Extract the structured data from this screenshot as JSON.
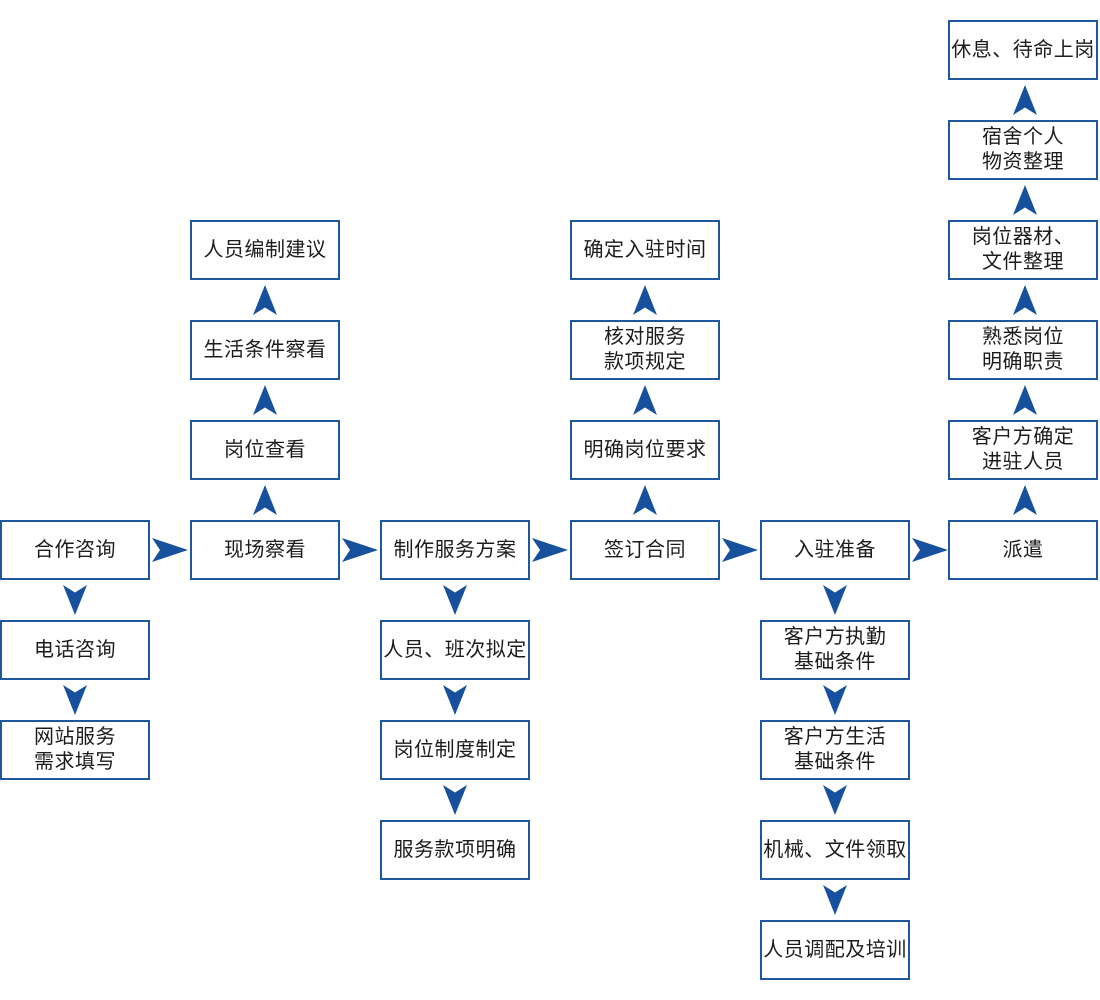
{
  "diagram": {
    "type": "flowchart",
    "colors": {
      "box_border": "#1e56a0",
      "arrow": "#17509c",
      "text": "#1c1c1c",
      "box_background": "#ffffff",
      "page_background": "#ffffff"
    },
    "boxes": {
      "consult_cooperation": "合作咨询",
      "consult_phone": "电话咨询",
      "website_requirements": "网站服务\n需求填写",
      "site_inspection": "现场察看",
      "post_check": "岗位查看",
      "living_conditions_check": "生活条件察看",
      "staffing_suggestion": "人员编制建议",
      "make_service_plan": "制作服务方案",
      "staff_shift_draft": "人员、班次拟定",
      "post_system_setting": "岗位制度制定",
      "service_terms_clear": "服务款项明确",
      "sign_contract": "签订合同",
      "clarify_post_requirements": "明确岗位要求",
      "verify_service_terms": "核对服务\n款项规定",
      "confirm_entry_time": "确定入驻时间",
      "entry_preparation": "入驻准备",
      "client_duty_conditions": "客户方执勤\n基础条件",
      "client_living_conditions": "客户方生活\n基础条件",
      "equipment_documents_collect": "机械、文件领取",
      "staff_allocation_training": "人员调配及培训",
      "dispatch": "派遣",
      "client_confirm_staff": "客户方确定\n进驻人员",
      "familiarize_post": "熟悉岗位\n明确职责",
      "post_equipment_docs": "岗位器材、\n文件整理",
      "dorm_personal_items": "宿舍个人\n物资整理",
      "rest_standby": "休息、待命上岗"
    },
    "main_flow_order": [
      "合作咨询",
      "现场察看",
      "制作服务方案",
      "签订合同",
      "入驻准备",
      "派遣"
    ],
    "branches": {
      "consult_down": [
        "合作咨询",
        "电话咨询",
        "网站服务需求填写"
      ],
      "site_inspection_up": [
        "现场察看",
        "岗位查看",
        "生活条件察看",
        "人员编制建议"
      ],
      "service_plan_down": [
        "制作服务方案",
        "人员、班次拟定",
        "岗位制度制定",
        "服务款项明确"
      ],
      "contract_up": [
        "签订合同",
        "明确岗位要求",
        "核对服务款项规定",
        "确定入驻时间"
      ],
      "entry_prep_down": [
        "入驻准备",
        "客户方执勤基础条件",
        "客户方生活基础条件",
        "机械、文件领取",
        "人员调配及培训"
      ],
      "dispatch_up": [
        "派遣",
        "客户方确定进驻人员",
        "熟悉岗位明确职责",
        "岗位器材、文件整理",
        "宿舍个人物资整理",
        "休息、待命上岗"
      ]
    }
  }
}
